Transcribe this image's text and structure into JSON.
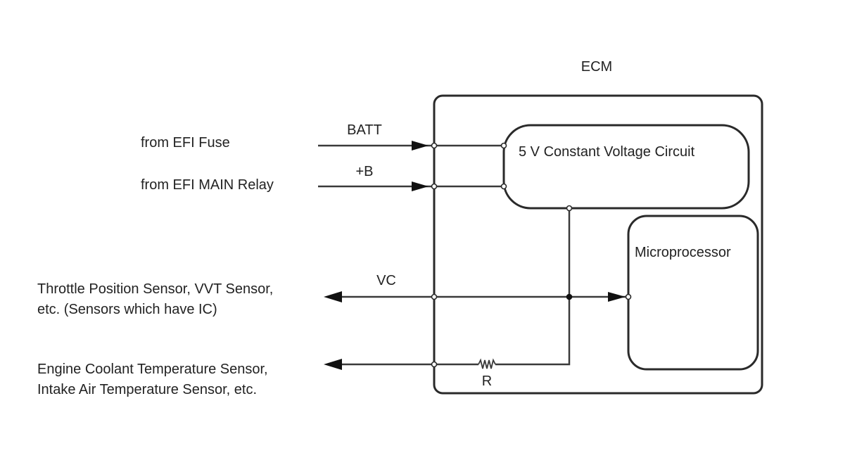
{
  "diagram": {
    "title": "ECM",
    "blocks": {
      "ecm": "ECM",
      "constant_voltage": "5 V Constant Voltage Circuit",
      "microprocessor": "Microprocessor"
    },
    "inputs": [
      {
        "source": "from EFI Fuse",
        "signal": "BATT"
      },
      {
        "source": "from EFI MAIN Relay",
        "signal": "+B"
      }
    ],
    "outputs": [
      {
        "signal": "VC",
        "target_line1": "Throttle Position Sensor, VVT Sensor,",
        "target_line2": "etc. (Sensors which have IC)"
      },
      {
        "signal": "",
        "target_line1": "Engine Coolant Temperature Sensor,",
        "target_line2": "Intake Air Temperature Sensor, etc."
      }
    ],
    "resistor_label": "R"
  }
}
